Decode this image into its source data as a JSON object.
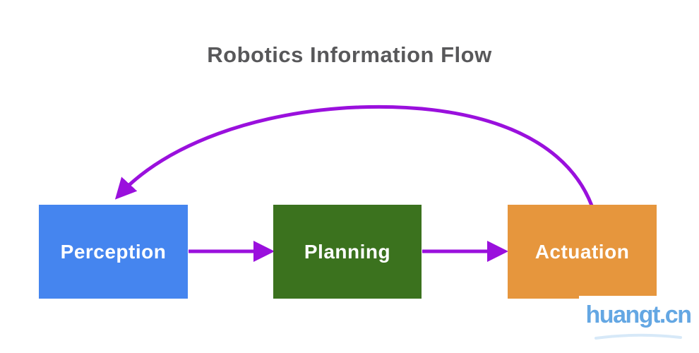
{
  "title": "Robotics Information Flow",
  "colors": {
    "title_text": "#58585a",
    "arrow": "#9a10dd",
    "box_text": "#ffffff",
    "watermark_text": "#64a7e3",
    "watermark_swoosh": "#d7e9f8"
  },
  "boxes": [
    {
      "id": "perception",
      "label": "Perception",
      "color": "#4585ef"
    },
    {
      "id": "planning",
      "label": "Planning",
      "color": "#3b721e"
    },
    {
      "id": "actuation",
      "label": "Actuation",
      "color": "#e6963d"
    }
  ],
  "arrows": [
    {
      "from": "Perception",
      "to": "Planning",
      "type": "straight"
    },
    {
      "from": "Planning",
      "to": "Actuation",
      "type": "straight"
    },
    {
      "from": "Actuation",
      "to": "Perception",
      "type": "curved-feedback"
    }
  ],
  "watermark": {
    "text": "huangt.cn"
  }
}
